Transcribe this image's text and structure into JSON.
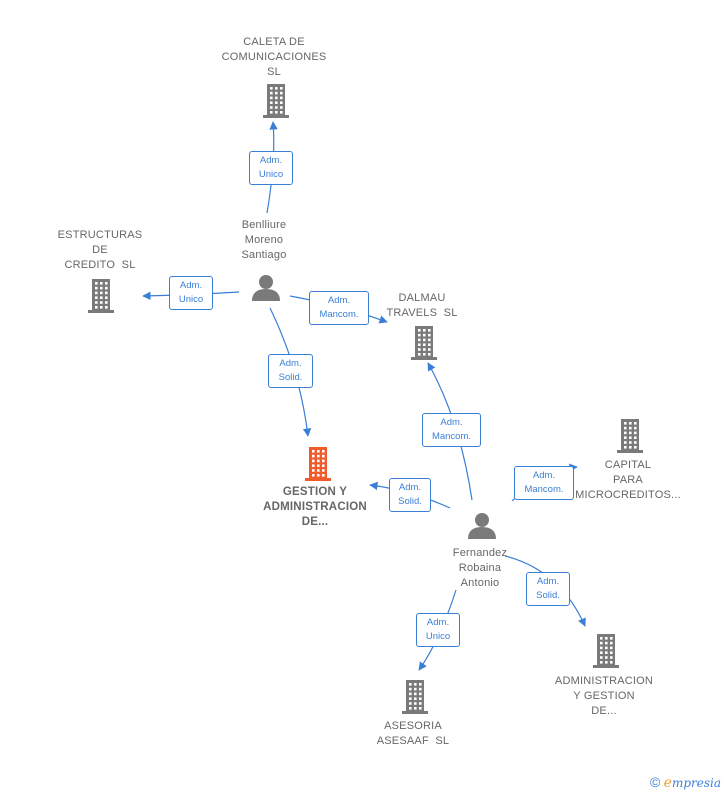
{
  "colors": {
    "company": "#7a7a7a",
    "focus_company": "#f15a2b",
    "person": "#7a7a7a",
    "edge": "#3a7fd6",
    "label": "#666666"
  },
  "nodes": {
    "caleta": {
      "lines": [
        "CALETA DE",
        "COMUNICACIONES",
        "SL"
      ],
      "icon": "building-icon"
    },
    "estructuras": {
      "lines": [
        "ESTRUCTURAS",
        "DE",
        "CREDITO  SL"
      ],
      "icon": "building-icon"
    },
    "benlliure": {
      "lines": [
        "Benlliure",
        "Moreno",
        "Santiago"
      ],
      "icon": "person-icon"
    },
    "dalmau": {
      "lines": [
        "DALMAU",
        "TRAVELS  SL"
      ],
      "icon": "building-icon"
    },
    "gestion": {
      "lines": [
        "GESTION Y",
        "ADMINISTRACION",
        "DE..."
      ],
      "icon": "building-icon"
    },
    "capital": {
      "lines": [
        "CAPITAL",
        "PARA",
        "MICROCREDITOS..."
      ],
      "icon": "building-icon"
    },
    "fernandez": {
      "lines": [
        "Fernandez",
        "Robaina",
        "Antonio"
      ],
      "icon": "person-icon"
    },
    "asesoria": {
      "lines": [
        "ASESORIA",
        "ASESAAF  SL"
      ],
      "icon": "building-icon"
    },
    "administracion": {
      "lines": [
        "ADMINISTRACION",
        "Y GESTION",
        "DE..."
      ],
      "icon": "building-icon"
    }
  },
  "edges": [
    {
      "from": "benlliure",
      "to": "caleta",
      "lines": [
        "Adm.",
        "Unico"
      ]
    },
    {
      "from": "benlliure",
      "to": "estructuras",
      "lines": [
        "Adm.",
        "Unico"
      ]
    },
    {
      "from": "benlliure",
      "to": "dalmau",
      "lines": [
        "Adm.",
        "Mancom."
      ]
    },
    {
      "from": "benlliure",
      "to": "gestion",
      "lines": [
        "Adm.",
        "Solid."
      ]
    },
    {
      "from": "fernandez",
      "to": "dalmau",
      "lines": [
        "Adm.",
        "Mancom."
      ]
    },
    {
      "from": "fernandez",
      "to": "gestion",
      "lines": [
        "Adm.",
        "Solid."
      ]
    },
    {
      "from": "fernandez",
      "to": "capital",
      "lines": [
        "Adm.",
        "Mancom."
      ]
    },
    {
      "from": "fernandez",
      "to": "asesoria",
      "lines": [
        "Adm.",
        "Unico"
      ]
    },
    {
      "from": "fernandez",
      "to": "administracion",
      "lines": [
        "Adm.",
        "Solid."
      ]
    }
  ],
  "brand": {
    "copyright": "©",
    "e": "e",
    "word": "mpresia"
  }
}
